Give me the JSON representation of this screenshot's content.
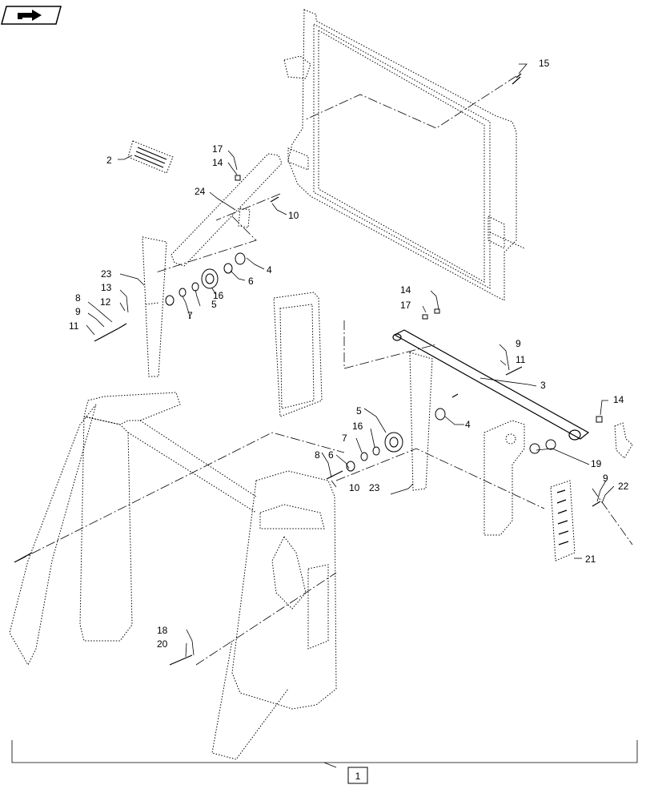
{
  "nav_icon": "next-page-arrow-icon",
  "assembly_label": "1",
  "callouts": {
    "c2": "2",
    "c3": "3",
    "c4a": "4",
    "c4b": "4",
    "c5a": "5",
    "c5b": "5",
    "c6a": "6",
    "c6b": "6",
    "c7a": "7",
    "c7b": "7",
    "c8a": "8",
    "c8b": "8",
    "c9a": "9",
    "c9b": "9",
    "c9c": "9",
    "c10a": "10",
    "c10b": "10",
    "c11a": "11",
    "c11b": "11",
    "c12": "12",
    "c13": "13",
    "c14a": "14",
    "c14b": "14",
    "c14c": "14",
    "c15": "15",
    "c16a": "16",
    "c16b": "16",
    "c17a": "17",
    "c17b": "17",
    "c18": "18",
    "c19": "19",
    "c20": "20",
    "c21": "21",
    "c22": "22",
    "c23a": "23",
    "c23b": "23",
    "c24": "24"
  }
}
